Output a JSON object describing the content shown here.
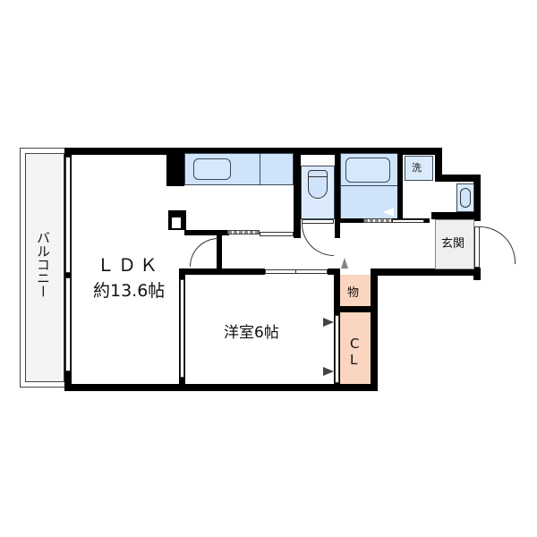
{
  "floorplan": {
    "rooms": {
      "ldk": {
        "name": "ＬＤＫ",
        "size": "約13.6帖"
      },
      "western_room": {
        "label": "洋室6帖"
      },
      "storage": {
        "label": "物"
      },
      "closet": {
        "line1": "C",
        "line2": "L"
      },
      "entrance": {
        "label": "玄関"
      },
      "washer": {
        "label": "洗"
      },
      "balcony": {
        "label": "バルコニー"
      }
    },
    "colors": {
      "wall": "#000000",
      "wet_area": "#cfe3fa",
      "storage": "#fad5bf",
      "entrance": "#efefef",
      "balcony": "#f4f4f4"
    }
  }
}
